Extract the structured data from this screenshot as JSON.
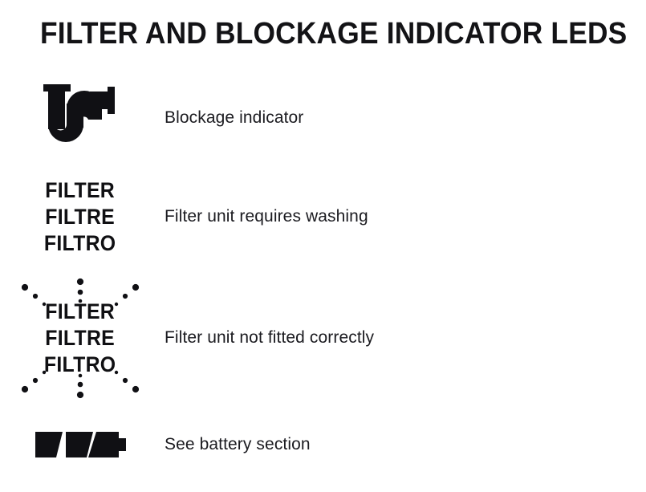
{
  "page": {
    "title": "FILTER AND BLOCKAGE INDICATOR LEDS",
    "background_color": "#ffffff",
    "ink_color": "#131316"
  },
  "rows": [
    {
      "icon": "p-trap-pipe-icon",
      "icon_meaning": "Blockage indicator LED symbol (U-bend pipe)",
      "description": "Blockage indicator"
    },
    {
      "icon": "filter-word-stack-icon",
      "icon_meaning": "FILTER LED illuminated steady",
      "filter_words": [
        "FILTER",
        "FILTRE",
        "FILTRO"
      ],
      "description": "Filter unit requires washing"
    },
    {
      "icon": "filter-word-stack-flashing-icon",
      "icon_meaning": "FILTER LED flashing, shown with radiating dots",
      "filter_words": [
        "FILTER",
        "FILTRE",
        "FILTRO"
      ],
      "description": "Filter unit not fitted correctly"
    },
    {
      "icon": "battery-icon",
      "icon_meaning": "Battery charge level symbol with three bars",
      "description": "See battery section"
    }
  ]
}
